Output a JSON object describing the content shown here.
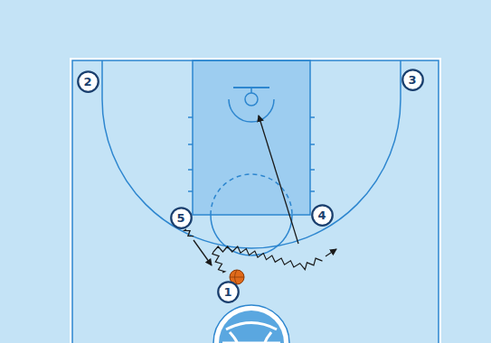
{
  "diagram": {
    "nodes": [
      {
        "text": [
          "2"
        ]
      },
      {
        "text": [
          "3"
        ]
      },
      {
        "text": [
          "5"
        ]
      },
      {
        "text": [
          "4"
        ]
      },
      {
        "text": [
          "1"
        ]
      }
    ]
  }
}
